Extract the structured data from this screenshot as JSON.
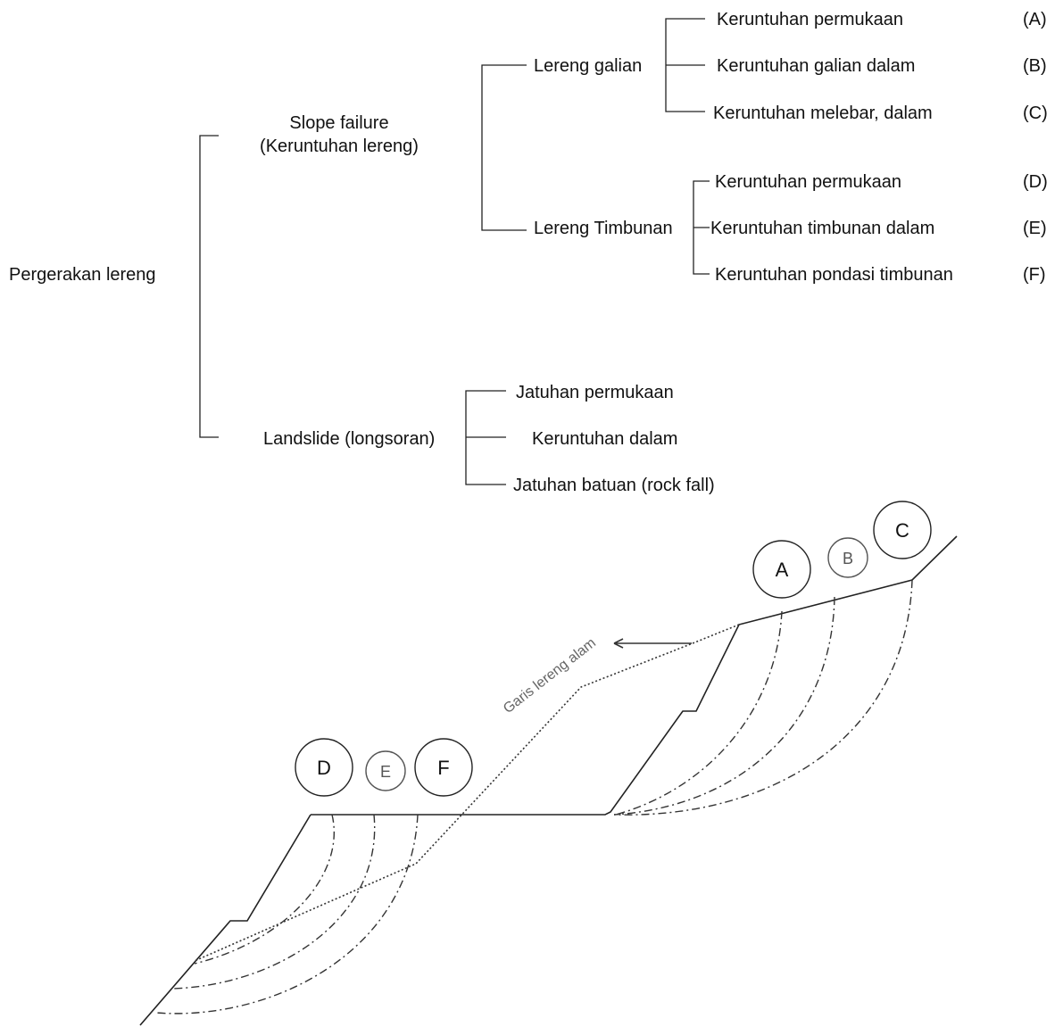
{
  "root": {
    "label": "Pergerakan lereng"
  },
  "slope_failure": {
    "line1": "Slope failure",
    "line2": "(Keruntuhan lereng)"
  },
  "galian": {
    "label": "Lereng galian",
    "items": [
      {
        "text": "Keruntuhan permukaan",
        "code": "(A)"
      },
      {
        "text": "Keruntuhan galian dalam",
        "code": "(B)"
      },
      {
        "text": "Keruntuhan melebar, dalam",
        "code": "(C)"
      }
    ]
  },
  "timbunan": {
    "label": "Lereng Timbunan",
    "items": [
      {
        "text": "Keruntuhan permukaan",
        "code": "(D)"
      },
      {
        "text": "Keruntuhan timbunan dalam",
        "code": "(E)"
      },
      {
        "text": "Keruntuhan pondasi timbunan",
        "code": "(F)"
      }
    ]
  },
  "landslide": {
    "label": "Landslide (longsoran)",
    "items": [
      "Jatuhan permukaan",
      "Keruntuhan  dalam",
      "Jatuhan batuan (rock fall)"
    ]
  },
  "figure": {
    "slope_line_label": "Garis lereng alam",
    "circles": {
      "a": "A",
      "b": "B",
      "c": "C",
      "d": "D",
      "e": "E",
      "f": "F"
    }
  }
}
